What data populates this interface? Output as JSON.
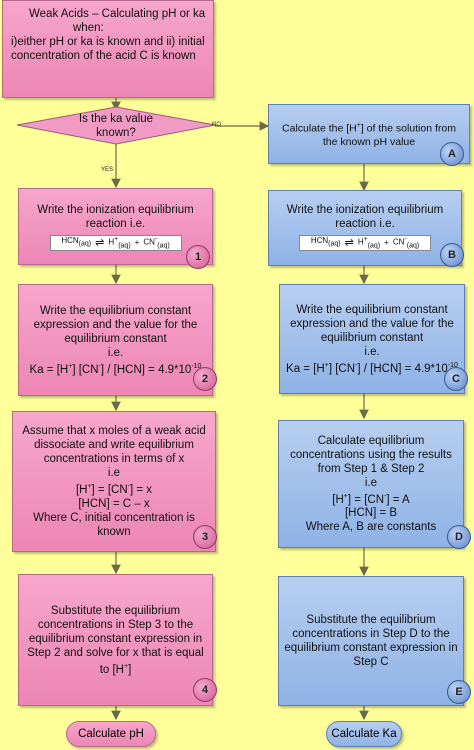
{
  "title_box": {
    "lines": [
      "Weak Acids – Calculating pH or ka",
      "when:",
      "i)either pH or ka is known and  ii) initial",
      "concentration of the acid C is known"
    ]
  },
  "decision": {
    "lines": [
      "Is the ka value",
      "known?"
    ],
    "no_label": "NO",
    "yes_label": "YES"
  },
  "left": {
    "step1": {
      "lines": [
        "Write the ionization equilibrium",
        "reaction i.e."
      ],
      "badge": "1",
      "equation": {
        "reactant": "HCN(aq)",
        "arrow": "⇌",
        "product1": "H+(aq)",
        "plus": "+",
        "product2": "CN-(aq)"
      }
    },
    "step2": {
      "lines": [
        "Write the equilibrium constant",
        "expression and the value for the",
        "equilibrium constant",
        "i.e.",
        "Ka = [H+] [CN-] / [HCN] = 4.9*10-10"
      ],
      "badge": "2"
    },
    "step3": {
      "lines": [
        "Assume that x moles of a weak acid",
        "dissociate and write equilibrium",
        "concentrations in terms of x",
        "i.e",
        "[H+] = [CN-] = x",
        "[HCN] = C – x",
        "Where C, initial concentration is",
        "known"
      ],
      "badge": "3"
    },
    "step4": {
      "lines": [
        "Substitute the equilibrium",
        "concentrations in Step 3 to the",
        "equilibrium constant expression in",
        "Step 2 and solve for x that is equal",
        "to [H+]"
      ],
      "badge": "4"
    },
    "end": "Calculate pH"
  },
  "right": {
    "stepA": {
      "lines": [
        "Calculate the [H+] of the solution from",
        "the known pH value"
      ],
      "badge": "A"
    },
    "stepB": {
      "lines": [
        "Write the ionization equilibrium",
        "reaction i.e."
      ],
      "badge": "B",
      "equation": {
        "reactant": "HCN(aq)",
        "arrow": "⇌",
        "product1": "H+(aq)",
        "plus": "+",
        "product2": "CN-(aq)"
      }
    },
    "stepC": {
      "lines": [
        "Write the equilibrium constant",
        "expression and the value for the",
        "equilibrium constant",
        "i.e.",
        "Ka = [H+] [CN-] / [HCN] = 4.9*10-10"
      ],
      "badge": "C"
    },
    "stepD": {
      "lines": [
        "Calculate equilibrium",
        "concentrations using the results",
        "from Step 1  & Step 2",
        "i.e",
        "[H+] = [CN-] = A",
        "[HCN] = B",
        "Where A, B are constants"
      ],
      "badge": "D"
    },
    "stepE": {
      "lines": [
        "Substitute the equilibrium",
        "concentrations in Step D to the",
        "equilibrium constant expression in",
        "Step C"
      ],
      "badge": "E"
    },
    "end": "Calculate Ka"
  },
  "colors": {
    "background": "#ffff99",
    "pink": "#f19bc4",
    "blue": "#9dbbe9"
  }
}
